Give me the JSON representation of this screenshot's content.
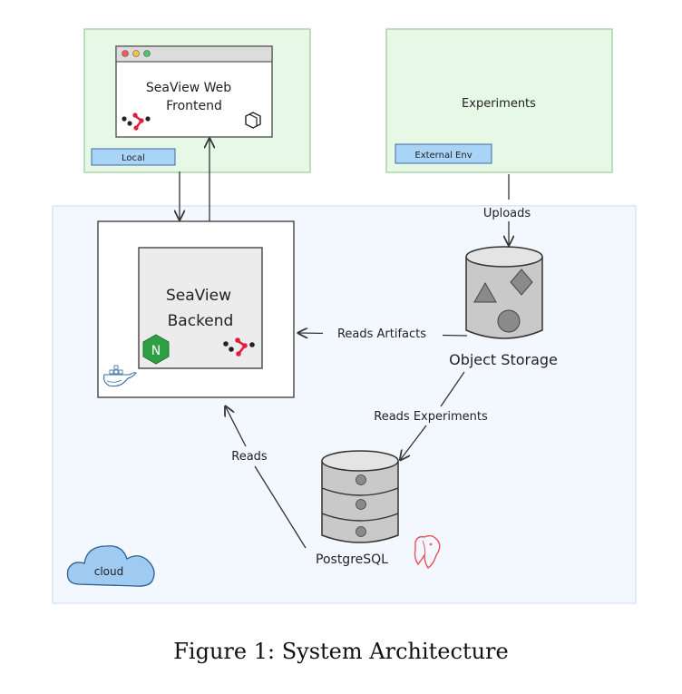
{
  "colors": {
    "zone_green_fill": "#e7f8e7",
    "zone_green_stroke": "#a8d6a8",
    "cloud_zone_fill": "#f3f8fe",
    "cloud_zone_stroke": "#d9e6f6",
    "tag_fill": "#a9d4f7",
    "tag_stroke": "#3b6d99",
    "backend_fill": "#ececec",
    "storage_fill": "#c9c9c9",
    "nginx_green": "#2ea043",
    "accent_red": "#e01e3c",
    "postgres_pink": "#f04d59",
    "cloud_blue": "#9fcbf2"
  },
  "local_zone": {
    "tag": "Local",
    "frontend": {
      "title_line1": "SeaView Web",
      "title_line2": "Frontend",
      "logo_icon": "seaview-logo-icon",
      "hex_icon": "hexagon-icon"
    }
  },
  "external_zone": {
    "title": "Experiments",
    "tag": "External Env"
  },
  "cloud_zone": {
    "cloud_label": "cloud",
    "backend": {
      "title_line1": "SeaView",
      "title_line2": "Backend",
      "nginx_label": "N",
      "docker_icon": "docker-whale-icon"
    },
    "object_storage": {
      "label": "Object Storage"
    },
    "postgres": {
      "label": "PostgreSQL",
      "elephant_icon": "postgres-elephant-icon"
    }
  },
  "edges": {
    "uploads": "Uploads",
    "reads_artifacts": "Reads Artifacts",
    "reads_experiments": "Reads Experiments",
    "reads": "Reads"
  },
  "caption": "Figure 1: System Architecture"
}
